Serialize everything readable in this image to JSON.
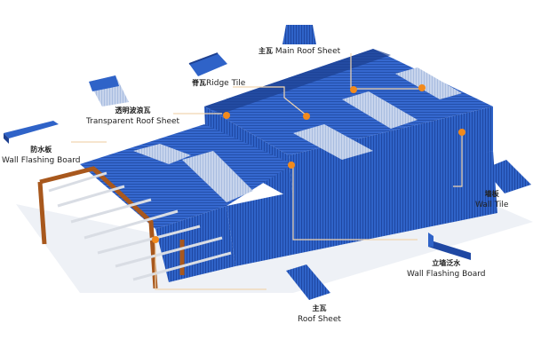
{
  "diagram": {
    "type": "labeled-product-illustration",
    "subject": "steel structure building with PVC/plastic roofing components",
    "colors": {
      "roof_blue": "#2f63c8",
      "roof_blue_dark": "#1f48a3",
      "transparent_strip": "#c9d6ec",
      "steel_frame": "#a8581d",
      "leader_line": "#f1d5b0",
      "callout_dot": "#f28a1c",
      "background": "#ffffff"
    },
    "labels": {
      "main_roof_sheet": {
        "cn": "主瓦",
        "en": "Main Roof Sheet"
      },
      "ridge_tile": {
        "cn": "脊瓦",
        "en": "Ridge Tile"
      },
      "transparent_roof_sheet": {
        "cn": "透明波浪瓦",
        "en": "Transparent Roof Sheet"
      },
      "wall_flashing_board_left": {
        "cn": "防水板",
        "en": "Wall Flashing Board"
      },
      "wall_tile": {
        "cn": "墙板",
        "en": "Wall Tile"
      },
      "wall_flashing_board_right": {
        "cn": "立墙泛水",
        "en": "Wall Flashing Board"
      },
      "roof_sheet": {
        "cn": "主瓦",
        "en": "Roof Sheet"
      }
    }
  }
}
